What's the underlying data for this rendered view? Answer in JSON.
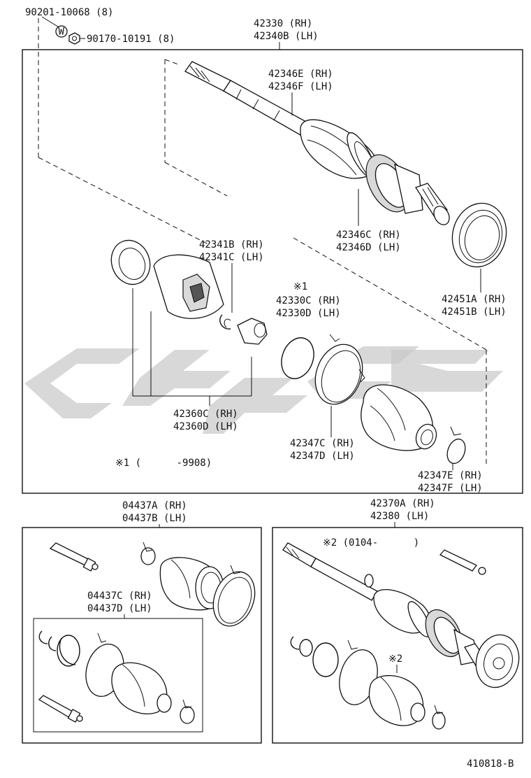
{
  "labels": {
    "bolt_washer": "90201-10068 (8)",
    "nut": "90170-10191 (8)",
    "washer_symbol": "W",
    "shaft_assy_rh": "42330 (RH)",
    "shaft_assy_lh": "42340B (LH)",
    "clamp_outer_rh": "42346E (RH)",
    "clamp_outer_lh": "42346F (LH)",
    "clamp_inner_rh": "42346C (RH)",
    "clamp_inner_lh": "42346D (LH)",
    "boot_outer_rh": "42341B (RH)",
    "boot_outer_lh": "42341C (LH)",
    "note_mark_1": "※1",
    "joint_rh": "42330C (RH)",
    "joint_lh": "42330D (LH)",
    "dust_cover_rh": "42451A (RH)",
    "dust_cover_lh": "42451B (LH)",
    "inboard_rh": "42360C (RH)",
    "inboard_lh": "42360D (LH)",
    "band_rh": "42347C (RH)",
    "band_lh": "42347D (LH)",
    "small_band_rh": "42347E (RH)",
    "small_band_lh": "42347F (LH)",
    "note_1_range": "※1 (      -9908)",
    "kit_a_rh": "04437A (RH)",
    "kit_a_lh": "04437B (LH)",
    "kit_c_rh": "04437C (RH)",
    "kit_c_lh": "04437D (LH)",
    "shaft_b_rh": "42370A (RH)",
    "shaft_b_lh": "42380 (LH)",
    "note_2_range": "※2 (0104-      )",
    "note_mark_2": "※2",
    "figure_code": "410818-B"
  }
}
